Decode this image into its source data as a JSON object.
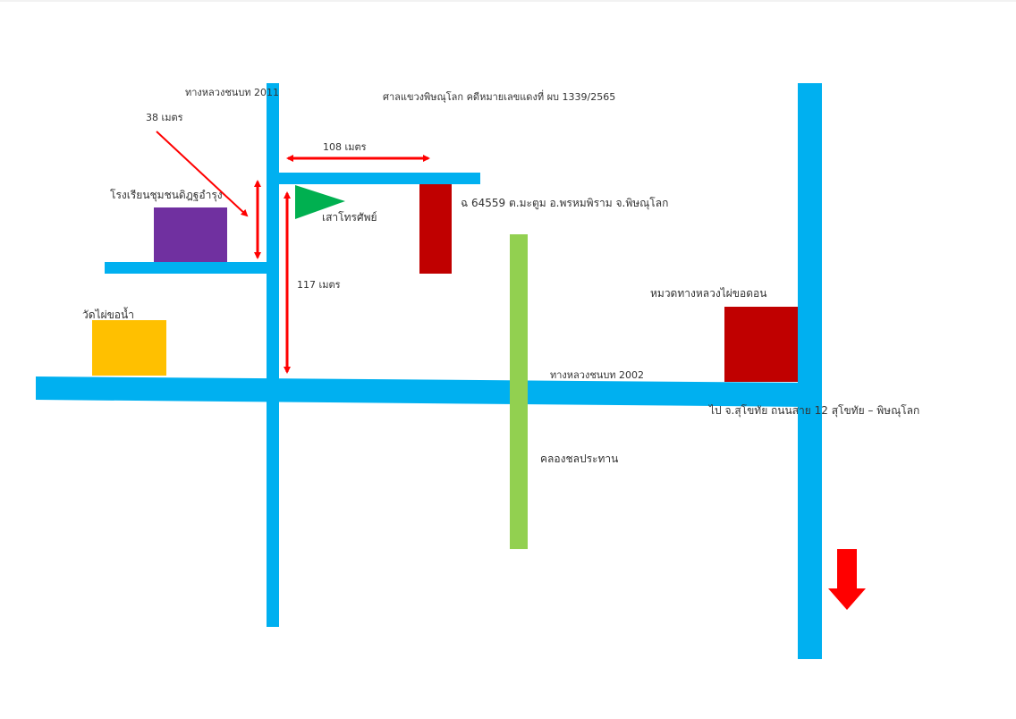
{
  "colors": {
    "road": "#00b0f0",
    "canal": "#92d050",
    "arrow": "#ff0000",
    "school": "#7030a0",
    "temple": "#ffc000",
    "target_building": "#c00000",
    "highway_office": "#c00000",
    "pole_flag": "#00b050",
    "text": "#333333"
  },
  "icons": {
    "telephone_pole": "flag-triangle",
    "direction": "down-arrow"
  },
  "labels": {
    "road_2011": "ทางหลวงชนบท  2011",
    "court_case": "ศาลแขวงพิษณุโลก คดีหมายเลขแดงที่ ผบ 1339/2565",
    "distance_38": "38  เมตร",
    "distance_108": "108  เมตร",
    "distance_117": "117  เมตร",
    "school": "โรงเรียนชุมชนดิฎฐอำรุง",
    "telephone_pole": "เสาโทรศัพย์",
    "property_address": "ฉ 64559  ต.มะตูม  อ.พรหมพิราม จ.พิษณุโลก",
    "temple": "วัดไผ่ขอน้ำ",
    "highway_office": "หมวดทางหลวงไผ่ขอดอน",
    "road_2002": "ทางหลวงชนบท  2002",
    "to_sukhothai": "ไป จ.สุโขทัย   ถนนสาย 12   สุโขทัย – พิษณุโลก",
    "canal": "คลองชลประทาน"
  }
}
